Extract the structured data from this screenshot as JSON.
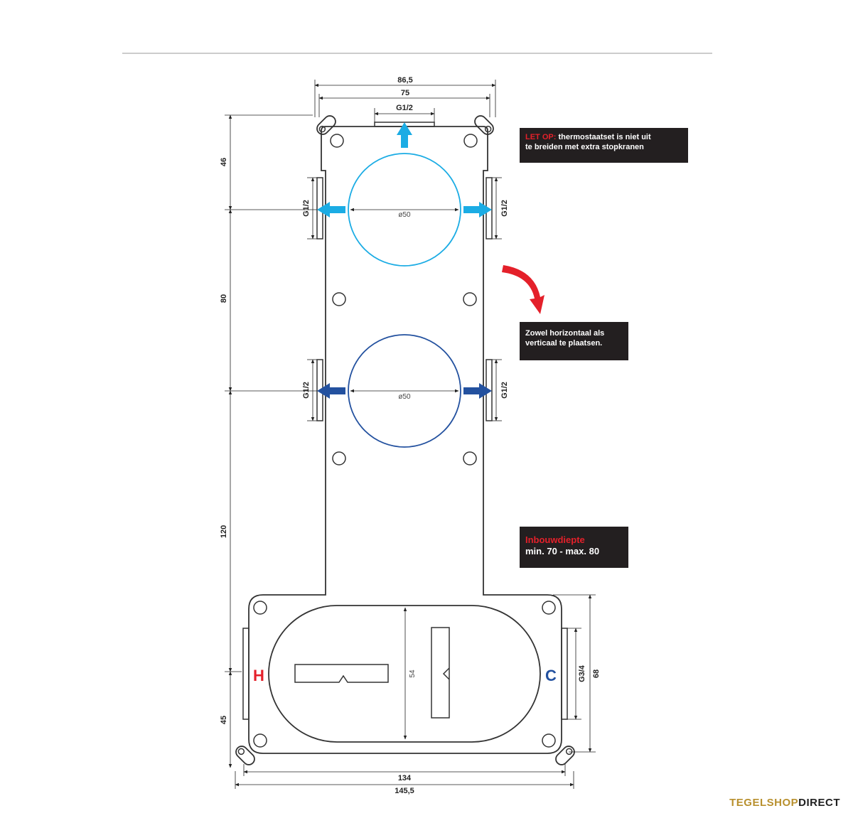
{
  "dimensions": {
    "overall_width_outer": "86,5",
    "overall_width_inner": "75",
    "top_outlet": "G1/2",
    "outlet_upper_left": "G1/2",
    "outlet_upper_right": "G1/2",
    "outlet_lower_left": "G1/2",
    "outlet_lower_right": "G1/2",
    "circle_upper_diameter": "ø50",
    "circle_lower_diameter": "ø50",
    "left_vertical_1": "46",
    "left_vertical_2": "80",
    "left_vertical_3": "120",
    "left_vertical_4": "45",
    "base_width_inner": "134",
    "base_width_outer": "145,5",
    "oval_height": "54",
    "right_inlet": "G3/4",
    "right_height": "68"
  },
  "labels": {
    "hot": "H",
    "cold": "C"
  },
  "notes": {
    "warning_prefix": "LET OP:",
    "warning_line1": " thermostaatset is niet uit",
    "warning_line2": "te breiden met extra stopkranen",
    "orientation_line1": "Zowel horizontaal als",
    "orientation_line2": "verticaal te plaatsen.",
    "depth_title": "Inbouwdiepte",
    "depth_value": "min. 70 - max. 80"
  },
  "brand": {
    "part1": "TEGELSHOP",
    "part2": "DIRECT"
  },
  "colors": {
    "light_blue": "#1bace4",
    "dark_blue": "#23519f",
    "hot_red": "#e4202a",
    "cold_blue": "#23519f",
    "arrow_red": "#e4202a",
    "brand_gold": "#b8902e",
    "brand_dark": "#1f1f1f",
    "note_bg": "#231f20"
  }
}
